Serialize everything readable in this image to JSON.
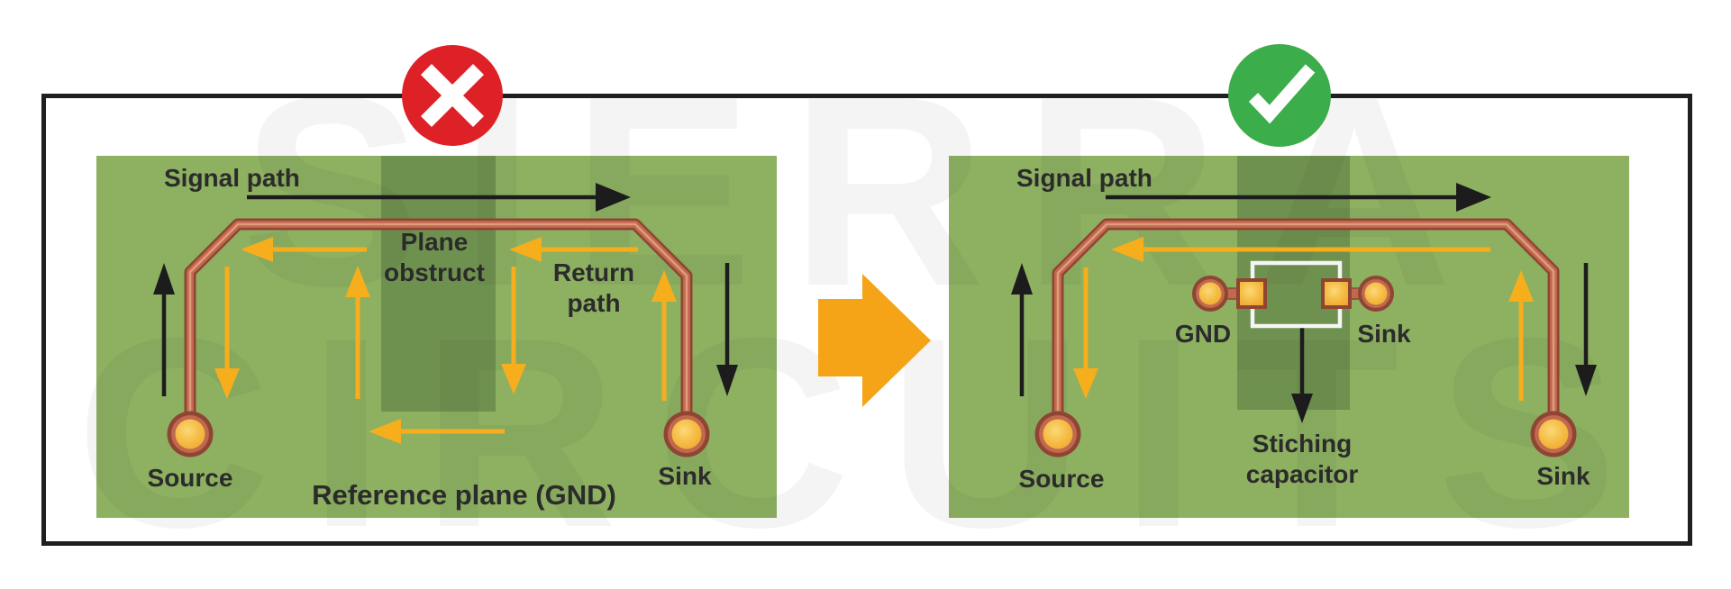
{
  "figure": {
    "topic": "PCB return path: plane obstruction vs stitching capacitor",
    "watermark": {
      "line1": "SIERRA",
      "line2": "CIRCUITS"
    }
  },
  "colors": {
    "board_green": "#8db061",
    "plane_cut_green": "#6f9150",
    "copper_dark": "#8f4533",
    "copper_mid": "#c0694e",
    "copper_highlight": "#e3a182",
    "pad_gold": "#f3ab36",
    "pad_gold_light": "#fbd977",
    "arrow_yellow": "#f6ae1d",
    "transform_arrow_orange": "#f5a417",
    "signal_black": "#1c1c1c",
    "error_red": "#de2127",
    "success_green": "#3bad4a",
    "frame_black": "#1f1f1f",
    "capacitor_body_white": "#f5f5f5",
    "label_dark": "#2b2b2b"
  },
  "panels": {
    "left": {
      "verdict": "wrong",
      "verdict_icon": "x-mark-icon",
      "labels": {
        "signal_path": "Signal path",
        "plane_obstruct": "Plane obstruct",
        "return_path": "Return path",
        "source": "Source",
        "sink": "Sink",
        "reference_plane": "Reference plane (GND)"
      }
    },
    "right": {
      "verdict": "correct",
      "verdict_icon": "check-mark-icon",
      "labels": {
        "signal_path": "Signal path",
        "gnd": "GND",
        "component_sink": "Sink",
        "stitching_capacitor": "Stiching capacitor",
        "source": "Source",
        "sink": "Sink"
      }
    }
  }
}
